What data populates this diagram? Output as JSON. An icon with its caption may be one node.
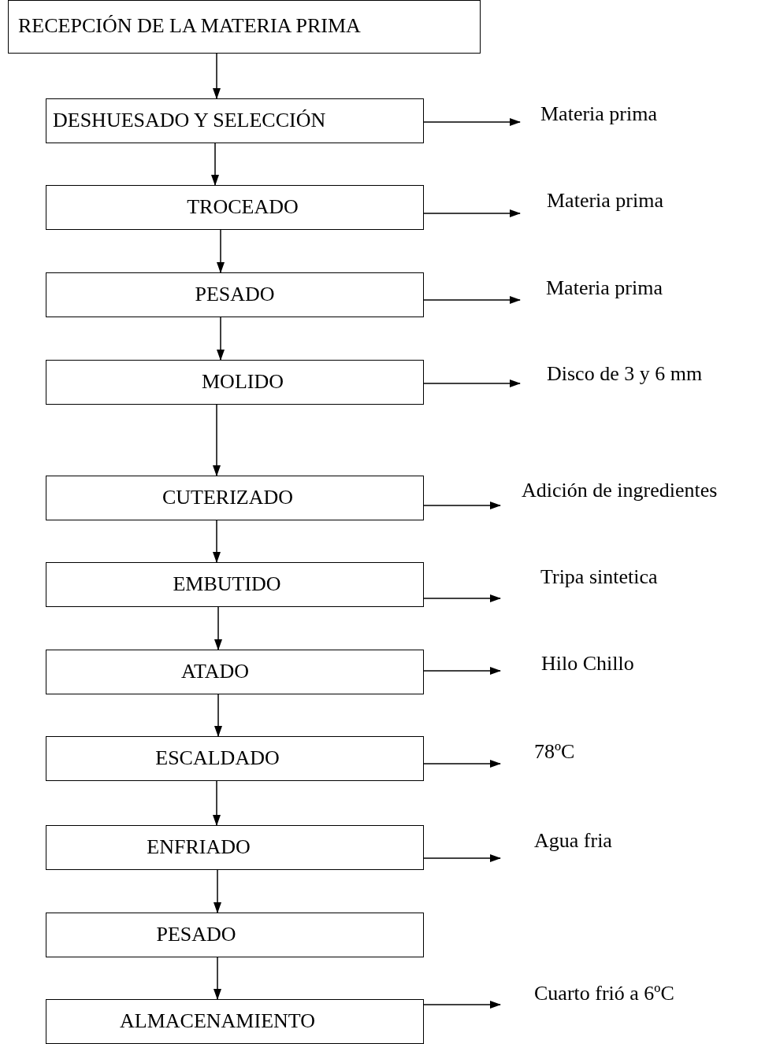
{
  "diagram": {
    "nodes": [
      {
        "text": [
          "RECEPCIÓN DE LA MATERIA PRIMA"
        ]
      },
      {
        "text": [
          "DESHUESADO Y SELECCIÓN"
        ]
      },
      {
        "text": [
          "Materia prima"
        ]
      },
      {
        "text": [
          "TROCEADO"
        ]
      },
      {
        "text": [
          "Materia prima"
        ]
      },
      {
        "text": [
          "PESADO"
        ]
      },
      {
        "text": [
          "Materia prima"
        ]
      },
      {
        "text": [
          "MOLIDO"
        ]
      },
      {
        "text": [
          "Disco de 3 y 6 mm"
        ]
      },
      {
        "text": [
          "CUTERIZADO"
        ]
      },
      {
        "text": [
          "Adición de ingredientes"
        ]
      },
      {
        "text": [
          "EMBUTIDO"
        ]
      },
      {
        "text": [
          "Tripa sintetica"
        ]
      },
      {
        "text": [
          "ATADO"
        ]
      },
      {
        "text": [
          "Hilo Chillo"
        ]
      },
      {
        "text": [
          "ESCALDADO"
        ]
      },
      {
        "text": [
          "78ºC"
        ]
      },
      {
        "text": [
          "ENFRIADO"
        ]
      },
      {
        "text": [
          "Agua fria"
        ]
      },
      {
        "text": [
          "PESADO"
        ]
      },
      {
        "text": [
          "ALMACENAMIENTO"
        ]
      },
      {
        "text": [
          "Cuarto frió a 6ºC"
        ]
      }
    ],
    "edges": [
      {
        "from": 0,
        "to": 1,
        "arrow": "to"
      },
      {
        "from": 1,
        "to": 2,
        "arrow": "to"
      },
      {
        "from": 1,
        "to": 3,
        "arrow": "to"
      },
      {
        "from": 3,
        "to": 4,
        "arrow": "to"
      },
      {
        "from": 3,
        "to": 5,
        "arrow": "to"
      },
      {
        "from": 5,
        "to": 6,
        "arrow": "to"
      },
      {
        "from": 5,
        "to": 7,
        "arrow": "to"
      },
      {
        "from": 7,
        "to": 8,
        "arrow": "to"
      },
      {
        "from": 7,
        "to": 9,
        "arrow": "to"
      },
      {
        "from": 9,
        "to": 10,
        "arrow": "to"
      },
      {
        "from": 9,
        "to": 11,
        "arrow": "to"
      },
      {
        "from": 11,
        "to": 12,
        "arrow": "to"
      },
      {
        "from": 11,
        "to": 13,
        "arrow": "to"
      },
      {
        "from": 13,
        "to": 14,
        "arrow": "to"
      },
      {
        "from": 13,
        "to": 15,
        "arrow": "to"
      },
      {
        "from": 15,
        "to": 16,
        "arrow": "to"
      },
      {
        "from": 15,
        "to": 17,
        "arrow": "to"
      },
      {
        "from": 17,
        "to": 18,
        "arrow": "to"
      },
      {
        "from": 17,
        "to": 19,
        "arrow": "to"
      },
      {
        "from": 19,
        "to": 20,
        "arrow": "to"
      },
      {
        "from": 20,
        "to": 21,
        "arrow": "to"
      }
    ]
  }
}
